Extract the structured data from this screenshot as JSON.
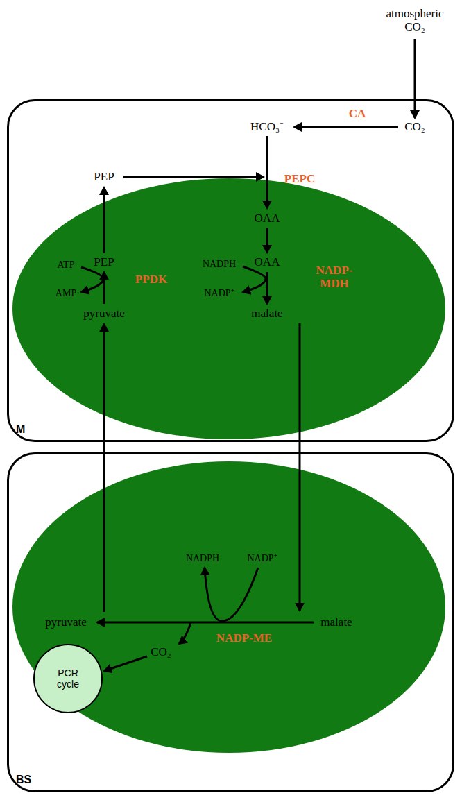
{
  "diagram": {
    "nodes": [
      {
        "text": [
          "M"
        ]
      },
      {
        "text": [
          "BS"
        ]
      },
      {
        "text": [
          "PCR cycle"
        ],
        "in": 1
      }
    ],
    "labels": [
      "atmospheric CO₂",
      "CO₂",
      "HCO₃⁻",
      "CA",
      "PEP",
      "PEPC",
      "OAA",
      "OAA",
      "NADPH",
      "NADP-MDH",
      "NADP⁺",
      "malate",
      "PEP",
      "ATP",
      "PPDK",
      "AMP",
      "pyruvate",
      "NADPH",
      "NADP⁺",
      "pyruvate",
      "malate",
      "NADP-ME",
      "CO₂"
    ]
  }
}
